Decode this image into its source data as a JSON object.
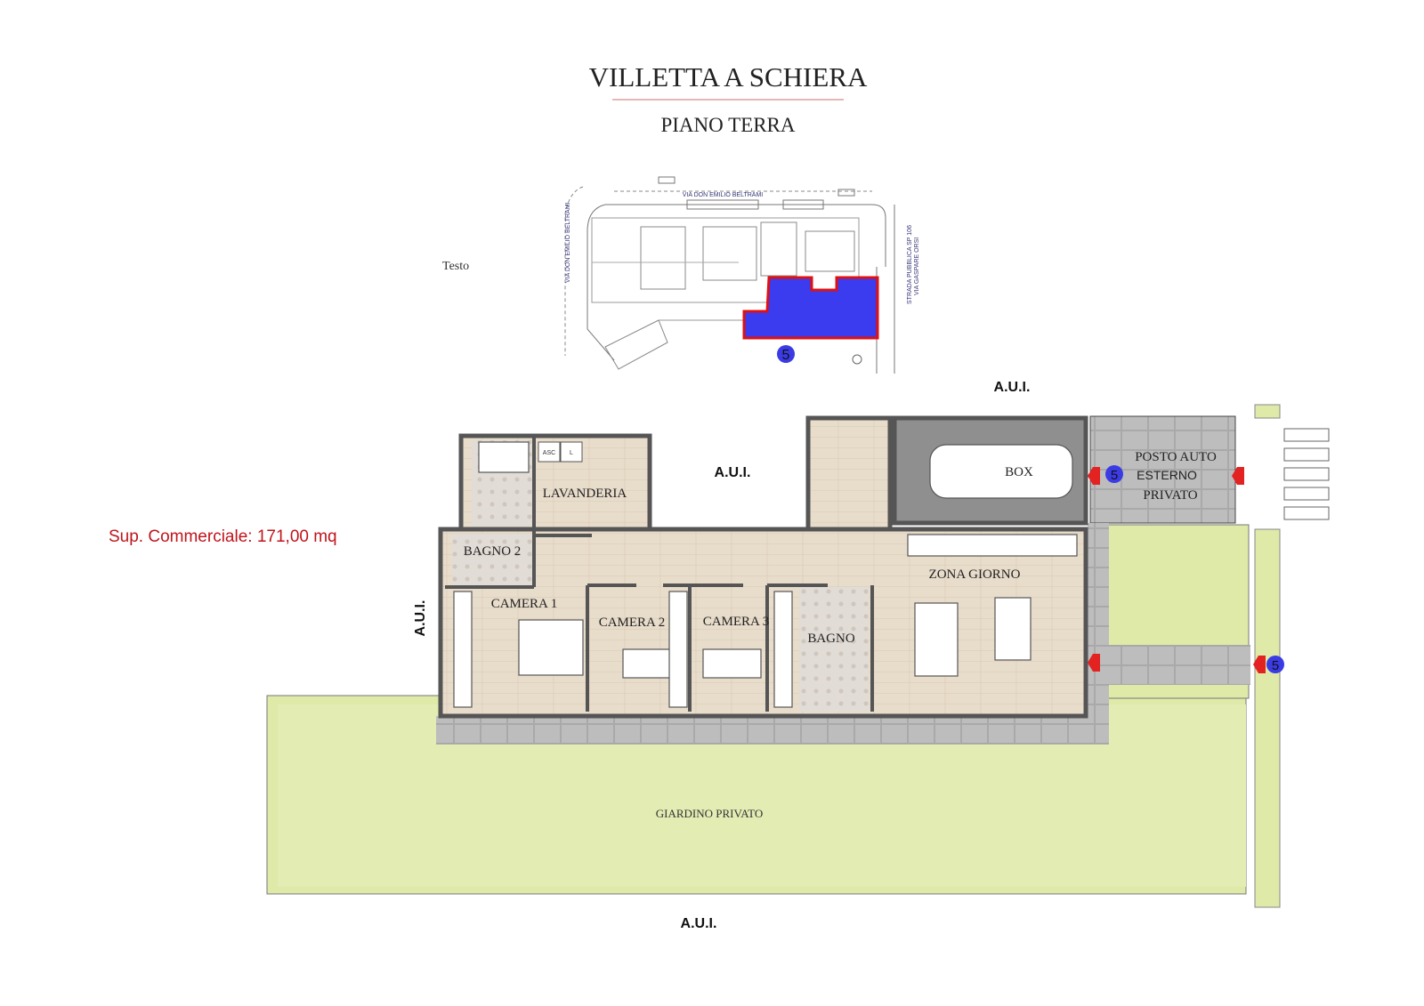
{
  "header": {
    "title": "VILLETTA A SCHIERA",
    "subtitle": "PIANO TERRA",
    "accent_line_color": "#d98a8a"
  },
  "note_label": "Testo",
  "commercial_area": "Sup. Commerciale: 171,00 mq",
  "commercial_area_color": "#c0141c",
  "site_plan": {
    "street_top": "VIA DON EMILIO BELTRAMI",
    "street_left": "VIA DON EMILIO BELTRAMI",
    "street_right_1": "STRADA PUBBLICA SP 106",
    "street_right_2": "VIA GASPARE ORSI",
    "unit_badge": "5",
    "highlight_fill": "#3b3bf0",
    "highlight_stroke": "#e01010"
  },
  "floor_plan": {
    "adjacent_labels": [
      "A.U.I.",
      "A.U.I.",
      "A.U.I.",
      "A.U.I."
    ],
    "rooms": {
      "lavanderia": "LAVANDERIA",
      "bagno2": "BAGNO 2",
      "camera1": "CAMERA 1",
      "camera2": "CAMERA 2",
      "camera3": "CAMERA 3",
      "bagno": "BAGNO",
      "zona_giorno": "ZONA GIORNO",
      "box": "BOX",
      "posto_auto_1": "POSTO AUTO",
      "posto_auto_2": "ESTERNO",
      "posto_auto_3": "PRIVATO",
      "giardino": "GIARDINO PRIVATO"
    },
    "appliance_labels": {
      "asc": "ASC",
      "l": "L"
    },
    "entrance_badges": [
      "5",
      "5"
    ],
    "colors": {
      "floor": "#e6d8c6",
      "tile": "#ddd6cf",
      "garden": "#dfe9a8",
      "paving": "#b9b9b9",
      "box": "#8f8f8f",
      "wall": "#555555",
      "arrow": "#e32222",
      "badge": "#3b3be6"
    }
  }
}
